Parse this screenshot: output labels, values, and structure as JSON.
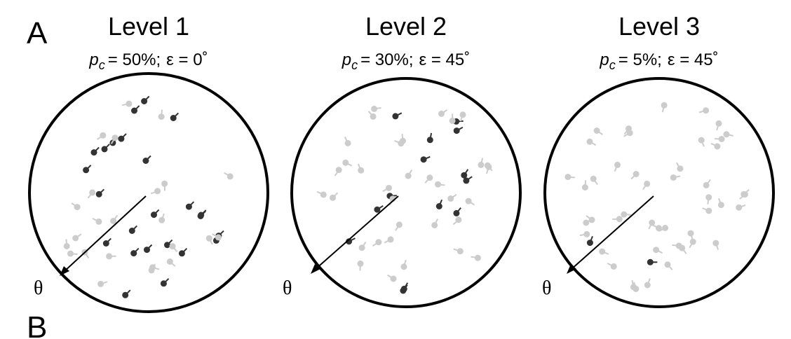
{
  "panel_labels": {
    "a": "A",
    "b": "B"
  },
  "colors": {
    "coherent": "#333333",
    "noise": "#cccccc",
    "stroke": "#000000"
  },
  "theta_symbol": "θ",
  "direction_deg": 225,
  "panels": [
    {
      "title": "Level 1",
      "pc_symbol": "p",
      "pc_sub": "c",
      "pc_value": "= 50%;",
      "epsilon_text": "ε = 0˚",
      "coherent_fraction": 0.5,
      "epsilon_deg": 0
    },
    {
      "title": "Level 2",
      "pc_symbol": "p",
      "pc_sub": "c",
      "pc_value": "= 30%;",
      "epsilon_text": "ε = 45˚",
      "coherent_fraction": 0.3,
      "epsilon_deg": 45
    },
    {
      "title": "Level 3",
      "pc_symbol": "p",
      "pc_sub": "c",
      "pc_value": "= 5%;",
      "epsilon_text": "ε = 45˚",
      "coherent_fraction": 0.05,
      "epsilon_deg": 45
    }
  ]
}
